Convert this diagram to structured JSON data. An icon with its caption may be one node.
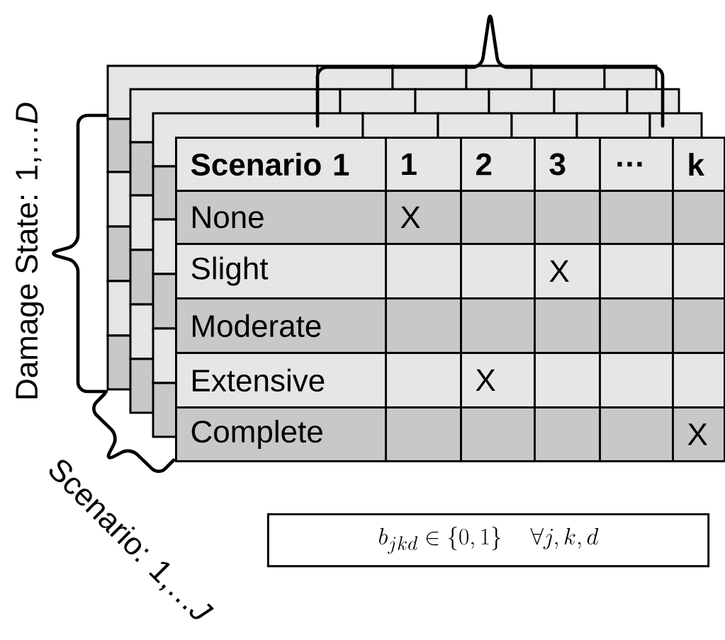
{
  "diagram": {
    "nodes": [
      {
        "text": [
          "b_{jkd} \\in \\{0,1\\} \\quad \\forall j,k,d"
        ]
      }
    ],
    "labels": [
      "Damage State: 1,…*D*",
      "Scenario: 1,…*J*",
      "Scenario 1",
      "1",
      "2",
      "3",
      "…",
      "k",
      "None",
      "X",
      "Slight",
      "X",
      "Moderate",
      "Extensive",
      "X",
      "Complete",
      "X"
    ]
  }
}
